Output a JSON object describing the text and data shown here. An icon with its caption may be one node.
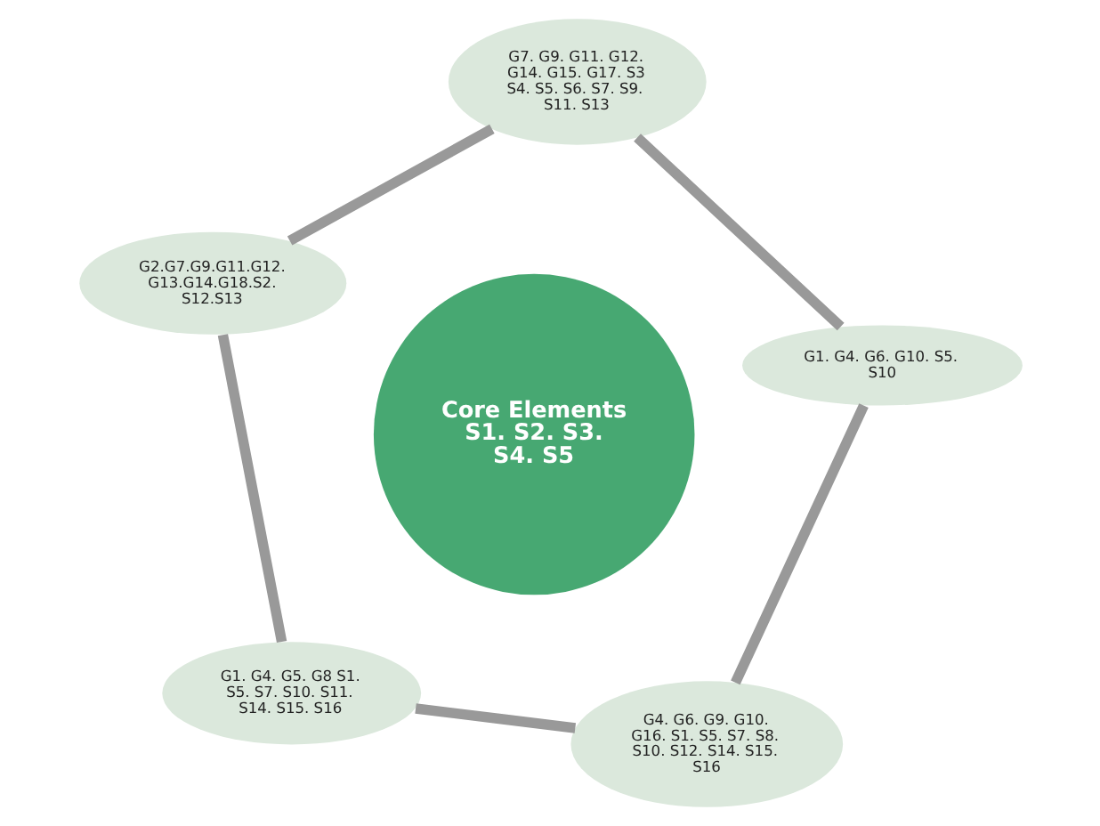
{
  "diagram": {
    "nodes": [
      {
        "text": [
          "G1. G4. G5. G8 S1. S5. S7. S10. S11. S14. S15. S16"
        ]
      },
      {
        "text": [
          "G4. G6. G9. G10. G16. S1. S5. S7. S8. S10. S12. S14. S15. S16"
        ]
      },
      {
        "text": [
          "Core Elements S1. S2. S3. S4. S5"
        ]
      },
      {
        "text": [
          "G2.G7.G9.G11.G12. G13.G14.G18.S2. S12.S13"
        ]
      },
      {
        "text": [
          "G1. G4. G6. G10. S5. S10"
        ]
      },
      {
        "text": [
          "G7. G9. G11. G12. G14. G15. G17. S3 S4. S5. S6. S7. S9. S11. S13"
        ]
      }
    ],
    "edges": [
      {
        "from": 0,
        "to": 3,
        "arrow": "none"
      },
      {
        "from": 3,
        "to": 5,
        "arrow": "none"
      },
      {
        "from": 5,
        "to": 4,
        "arrow": "none"
      },
      {
        "from": 4,
        "to": 1,
        "arrow": "none"
      },
      {
        "from": 1,
        "to": 0,
        "arrow": "none"
      }
    ]
  }
}
